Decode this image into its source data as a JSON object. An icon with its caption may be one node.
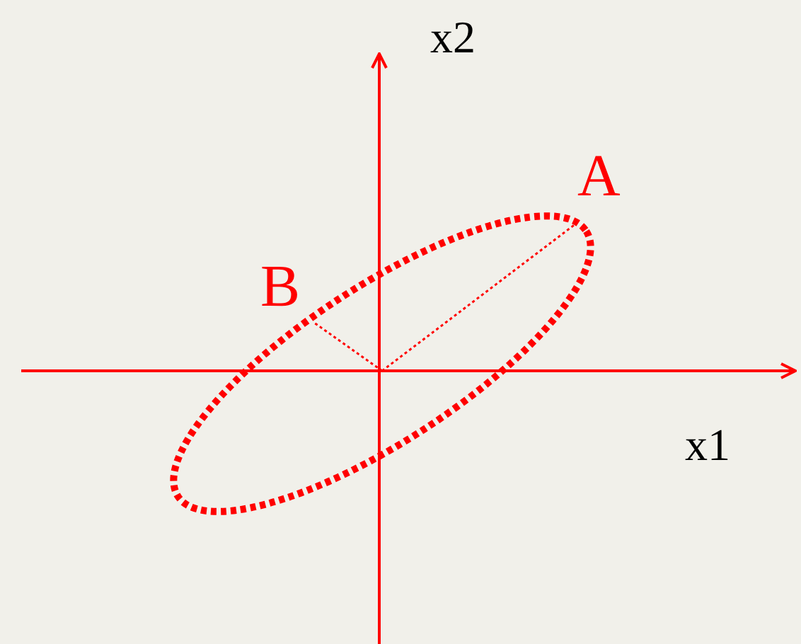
{
  "diagram": {
    "labels": [
      "x2",
      "A",
      "B",
      "x1"
    ]
  }
}
